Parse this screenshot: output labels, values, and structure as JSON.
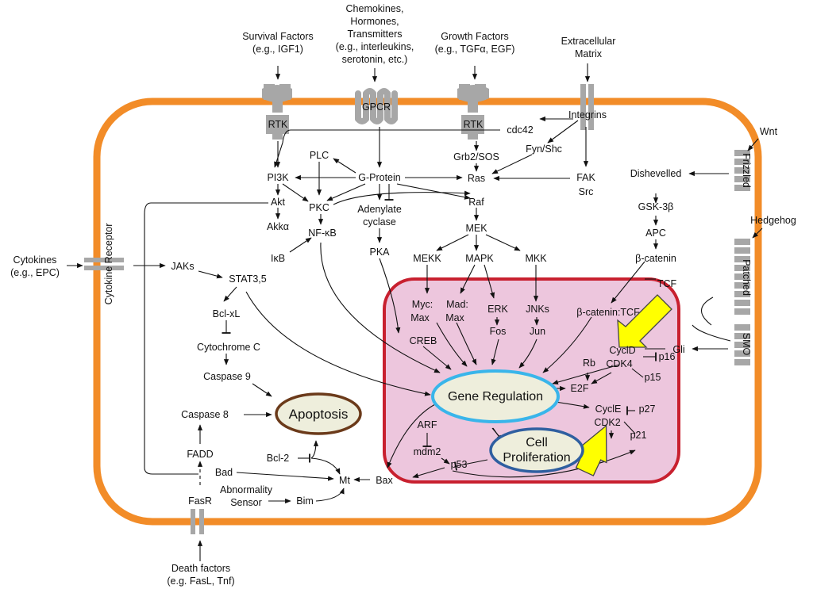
{
  "colors": {
    "membrane": "#f28c28",
    "nucleus_fill": "#edc6dd",
    "nucleus_border": "#c8202f",
    "receptor": "#a7a7a7",
    "gene_fill": "#eeeedc",
    "gene_border": "#39b5ea",
    "apoptosis_border": "#6b3a1a",
    "proliferation_border": "#2f5fa0",
    "highlight_arrow": "#ffff00"
  },
  "external_signals": {
    "survival": [
      "Survival Factors",
      "(e.g., IGF1)"
    ],
    "chemokines": [
      "Chemokines,",
      "Hormones,",
      "Transmitters",
      "(e.g., interleukins,",
      "serotonin, etc.)"
    ],
    "growth": [
      "Growth Factors",
      "(e.g., TGFα, EGF)"
    ],
    "matrix": [
      "Extracellular",
      "Matrix"
    ],
    "wnt": "Wnt",
    "hedgehog": "Hedgehog",
    "cytokines": [
      "Cytokines",
      "(e.g., EPC)"
    ],
    "death": [
      "Death factors",
      "(e.g. FasL, Tnf)"
    ]
  },
  "receptors": {
    "rtk1": "RTK",
    "gpcr": "GPCR",
    "rtk2": "RTK",
    "integrins": "Integrins",
    "frizzled": "Frizzled",
    "patched": "Patched",
    "smo": "SMO",
    "cytokine_receptor": "Cytokine Receptor",
    "fasr": "FasR"
  },
  "nodes": {
    "cdc42": "cdc42",
    "pi3k": "PI3K",
    "plc": "PLC",
    "gprotein": "G-Protein",
    "grb2": "Grb2/SOS",
    "fynshc": "Fyn/Shc",
    "ras": "Ras",
    "fak": "FAK",
    "src": "Src",
    "akt": "Akt",
    "pkc": "PKC",
    "adenylate": [
      "Adenylate",
      "cyclase"
    ],
    "raf": "Raf",
    "akka": "Akkα",
    "nfkb": "NF-κB",
    "mek": "MEK",
    "ikb": "IκB",
    "pka": "PKA",
    "mekk": "MEKK",
    "mapk": "MAPK",
    "mkk": "MKK",
    "jaks": "JAKs",
    "stat": "STAT3,5",
    "bclxl": "Bcl-xL",
    "cytc": "Cytochrome C",
    "casp9": "Caspase 9",
    "casp8": "Caspase 8",
    "fadd": "FADD",
    "bad": "Bad",
    "bcl2": "Bcl-2",
    "abnormality": [
      "Abnormality",
      "Sensor"
    ],
    "bim": "Bim",
    "mt": "Mt",
    "bax": "Bax",
    "dishevelled": "Dishevelled",
    "gsk": "GSK-3β",
    "apc": "APC",
    "bcatenin": "β-catenin",
    "tcf": "TCF",
    "bcat_tcf": "β-catenin:TCF",
    "gli": "Gli"
  },
  "nucleus_nodes": {
    "myc": "Myc:",
    "mad": "Mad:",
    "max1": "Max",
    "max2": "Max",
    "erk": "ERK",
    "fos": "Fos",
    "jnks": "JNKs",
    "jun": "Jun",
    "creb": "CREB",
    "cycld": "CyclD",
    "p16": "p16",
    "rb": "Rb",
    "cdk4": "CDK4",
    "p15": "p15",
    "e2f": "E2F",
    "arf": "ARF",
    "mdm2": "mdm2",
    "p53": "p53",
    "cycle": "CyclE",
    "p27": "p27",
    "cdk2": "CDK2",
    "p21": "p21"
  },
  "outcomes": {
    "gene_regulation": "Gene Regulation",
    "apoptosis": "Apoptosis",
    "proliferation": [
      "Cell",
      "Proliferation"
    ]
  }
}
